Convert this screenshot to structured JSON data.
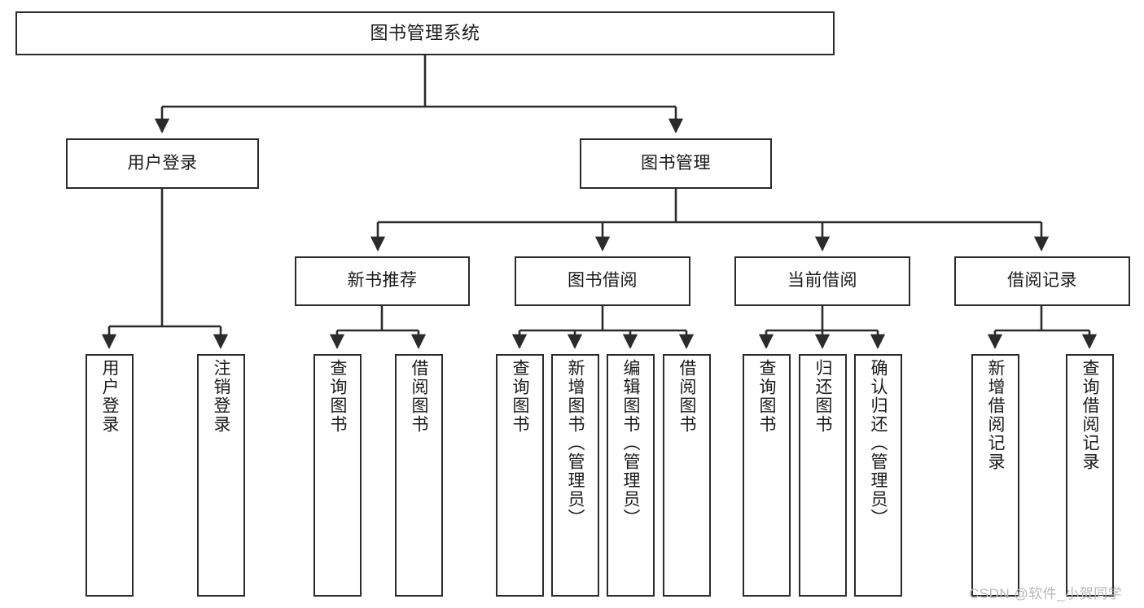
{
  "diagram": {
    "title": "图书管理系统",
    "type": "tree",
    "orientation": "top-down",
    "colors": {
      "box_stroke": "#2b2b2b",
      "box_fill": "#ffffff",
      "connector": "#2b2b2b",
      "text": "#1a1a1a",
      "watermark": "#b9b9b9",
      "background": "#ffffff"
    },
    "root": {
      "id": "root",
      "label": "图书管理系统"
    },
    "level1": [
      {
        "id": "user-login",
        "label": "用户登录"
      },
      {
        "id": "book-manage",
        "label": "图书管理"
      }
    ],
    "level2": [
      {
        "id": "new-book-rec",
        "label": "新书推荐",
        "parent": "book-manage"
      },
      {
        "id": "book-borrow",
        "label": "图书借阅",
        "parent": "book-manage"
      },
      {
        "id": "current-borrow",
        "label": "当前借阅",
        "parent": "book-manage"
      },
      {
        "id": "borrow-record",
        "label": "借阅记录",
        "parent": "book-manage"
      }
    ],
    "leaves": [
      {
        "id": "leaf-user-login",
        "label": "用户登录",
        "parent": "user-login"
      },
      {
        "id": "leaf-logout-login",
        "label": "注销登录",
        "parent": "user-login"
      },
      {
        "id": "leaf-query-book-1",
        "label": "查询图书",
        "parent": "new-book-rec"
      },
      {
        "id": "leaf-borrow-book-1",
        "label": "借阅图书",
        "parent": "new-book-rec"
      },
      {
        "id": "leaf-query-book-2",
        "label": "查询图书",
        "parent": "book-borrow"
      },
      {
        "id": "leaf-add-book",
        "label": "新增图书（管理员）",
        "parent": "book-borrow"
      },
      {
        "id": "leaf-edit-book",
        "label": "编辑图书（管理员）",
        "parent": "book-borrow"
      },
      {
        "id": "leaf-borrow-book-2",
        "label": "借阅图书",
        "parent": "book-borrow"
      },
      {
        "id": "leaf-query-book-3",
        "label": "查询图书",
        "parent": "current-borrow"
      },
      {
        "id": "leaf-return-book",
        "label": "归还图书",
        "parent": "current-borrow"
      },
      {
        "id": "leaf-confirm-return",
        "label": "确认归还（管理员）",
        "parent": "current-borrow"
      },
      {
        "id": "leaf-add-record",
        "label": "新增借阅记录",
        "parent": "borrow-record"
      },
      {
        "id": "leaf-query-record",
        "label": "查询借阅记录",
        "parent": "borrow-record"
      }
    ]
  },
  "watermark": {
    "text": "CSDN @软件_小贺同学"
  }
}
